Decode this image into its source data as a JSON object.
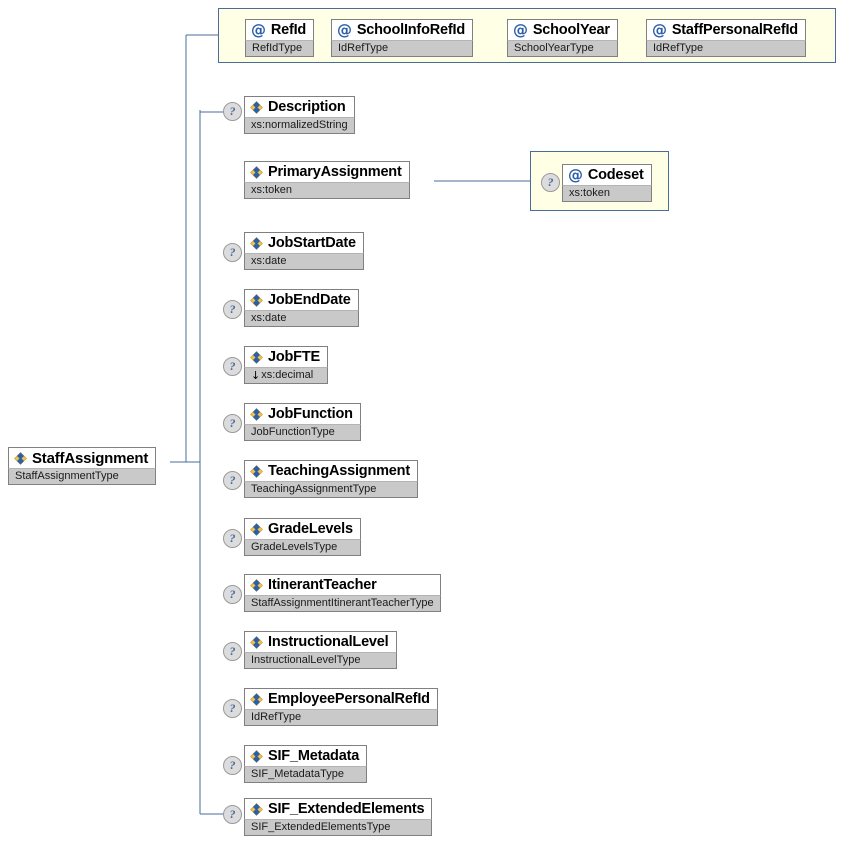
{
  "diagram": {
    "kind": "xml-schema-element-diagram",
    "root": {
      "name": "StaffAssignment",
      "type": "StaffAssignmentType",
      "icon": "element-icon",
      "occurrence": "required"
    },
    "attributes_group": {
      "label": "attributes",
      "items": [
        {
          "name": "RefId",
          "type": "RefIdType",
          "icon": "attribute-icon",
          "occurrence": "required"
        },
        {
          "name": "SchoolInfoRefId",
          "type": "IdRefType",
          "icon": "attribute-icon",
          "occurrence": "required"
        },
        {
          "name": "SchoolYear",
          "type": "SchoolYearType",
          "icon": "attribute-icon",
          "occurrence": "required"
        },
        {
          "name": "StaffPersonalRefId",
          "type": "IdRefType",
          "icon": "attribute-icon",
          "occurrence": "required"
        }
      ]
    },
    "children": [
      {
        "name": "Description",
        "type": "xs:normalizedString",
        "icon": "element-icon",
        "occurrence": "optional",
        "marker": "?"
      },
      {
        "name": "PrimaryAssignment",
        "type": "xs:token",
        "icon": "element-icon",
        "occurrence": "required"
      },
      {
        "name": "JobStartDate",
        "type": "xs:date",
        "icon": "element-icon",
        "occurrence": "optional",
        "marker": "?"
      },
      {
        "name": "JobEndDate",
        "type": "xs:date",
        "icon": "element-icon",
        "occurrence": "optional",
        "marker": "?"
      },
      {
        "name": "JobFTE",
        "type": "xs:decimal",
        "icon": "element-icon",
        "occurrence": "optional",
        "marker": "?",
        "restriction": "↓"
      },
      {
        "name": "JobFunction",
        "type": "JobFunctionType",
        "icon": "element-icon",
        "occurrence": "optional",
        "marker": "?"
      },
      {
        "name": "TeachingAssignment",
        "type": "TeachingAssignmentType",
        "icon": "element-icon",
        "occurrence": "optional",
        "marker": "?"
      },
      {
        "name": "GradeLevels",
        "type": "GradeLevelsType",
        "icon": "element-icon",
        "occurrence": "optional",
        "marker": "?"
      },
      {
        "name": "ItinerantTeacher",
        "type": "StaffAssignmentItinerantTeacherType",
        "icon": "element-icon",
        "occurrence": "optional",
        "marker": "?"
      },
      {
        "name": "InstructionalLevel",
        "type": "InstructionalLevelType",
        "icon": "element-icon",
        "occurrence": "optional",
        "marker": "?"
      },
      {
        "name": "EmployeePersonalRefId",
        "type": "IdRefType",
        "icon": "element-icon",
        "occurrence": "optional",
        "marker": "?"
      },
      {
        "name": "SIF_Metadata",
        "type": "SIF_MetadataType",
        "icon": "element-icon",
        "occurrence": "optional",
        "marker": "?"
      },
      {
        "name": "SIF_ExtendedElements",
        "type": "SIF_ExtendedElementsType",
        "icon": "element-icon",
        "occurrence": "optional",
        "marker": "?"
      }
    ],
    "nested_group": {
      "parent": "PrimaryAssignment",
      "label": "attributes",
      "items": [
        {
          "name": "Codeset",
          "type": "xs:token",
          "icon": "attribute-icon",
          "occurrence": "optional",
          "marker": "?"
        }
      ]
    },
    "colors": {
      "line": "#4a6c9b",
      "group_fill": "#ffffe6",
      "group_border": "#4a6c9b",
      "name_fill": "#ffffff",
      "type_fill": "#c9c9c9",
      "box_border": "#808080",
      "marker_fill": "#dcdcdc",
      "marker_text": "#4a6c9b",
      "attribute_glyph": "#2b5fa8",
      "canvas": "#ffffff"
    },
    "markers": {
      "optional": "?",
      "attribute_symbol": "@"
    }
  }
}
